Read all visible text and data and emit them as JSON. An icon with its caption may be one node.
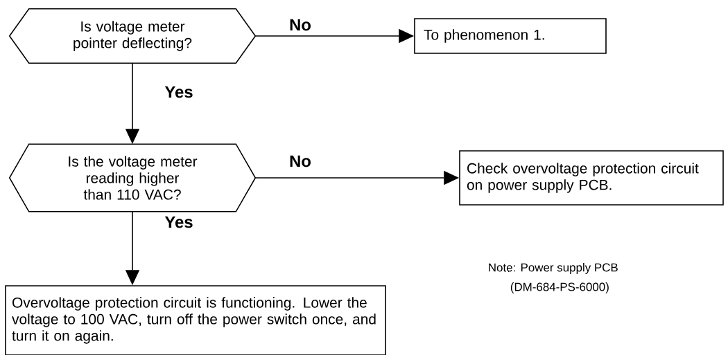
{
  "diagram": {
    "nodes": [
      {
        "text": [
          "Is voltage meter pointer deflecting?"
        ]
      },
      {
        "text": [
          "To phenomenon 1."
        ]
      },
      {
        "text": [
          "Is the voltage meter reading higher than 110 VAC?"
        ]
      },
      {
        "text": [
          "Check overvoltage protection circuit on power supply PCB."
        ]
      },
      {
        "text": [
          "Overvoltage protection circuit is functioning. Lower the voltage to 100 VAC, turn off the power switch once, and turn it on again."
        ]
      }
    ],
    "edges": [
      {
        "from": 0,
        "to": 1,
        "arrow": "to",
        "label": "No"
      },
      {
        "from": 0,
        "to": 2,
        "arrow": "to",
        "label": "Yes"
      },
      {
        "from": 2,
        "to": 3,
        "arrow": "to",
        "label": "No"
      },
      {
        "from": 2,
        "to": 4,
        "arrow": "to",
        "label": "Yes"
      }
    ],
    "labels": [
      "Note: Power supply PCB",
      "(DM-684-PS-6000)"
    ]
  }
}
